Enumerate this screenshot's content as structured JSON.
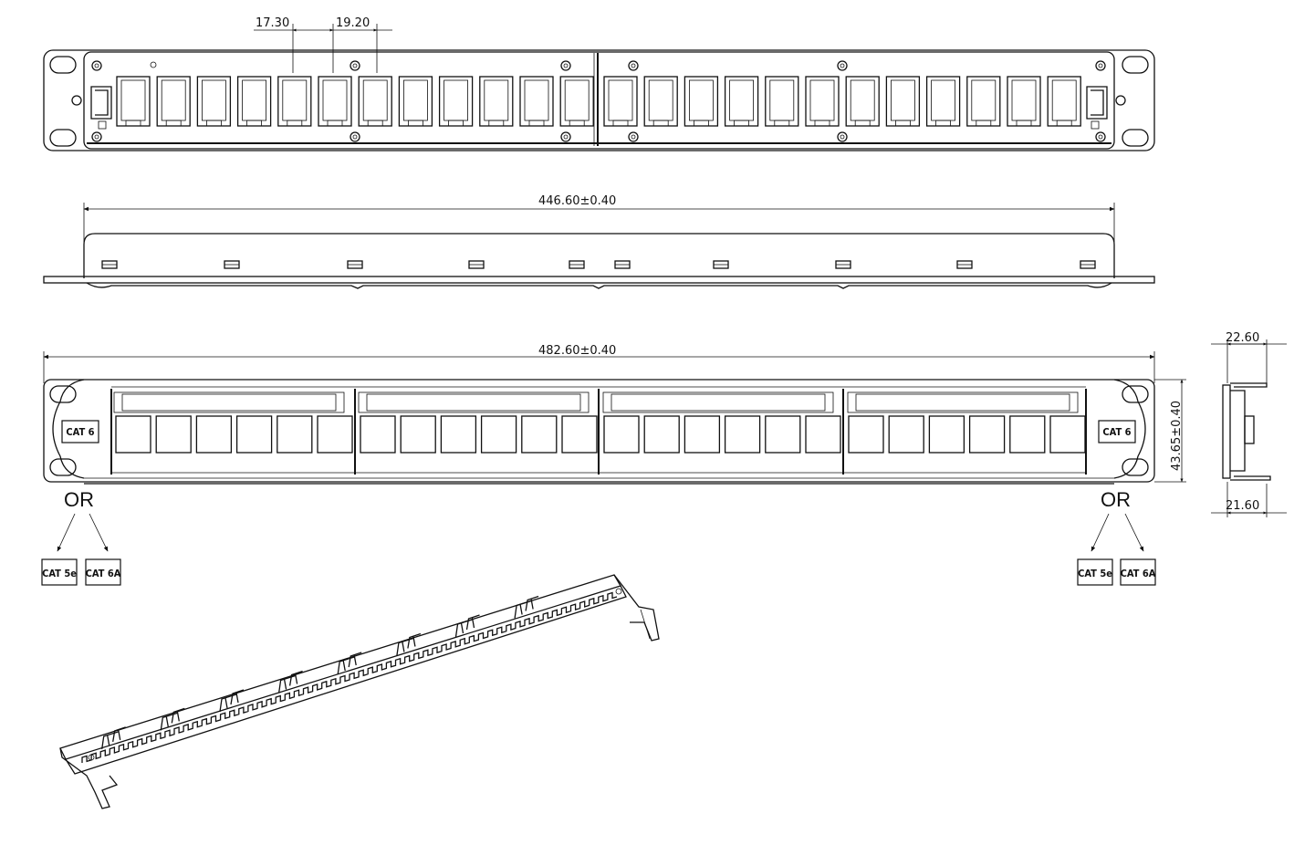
{
  "dimensions": {
    "port_pitch": "17.30",
    "group_gap": "19.20",
    "inner_width": "446.60±0.40",
    "overall_width": "482.60±0.40",
    "height": "43.65±0.40",
    "depth_top": "22.60",
    "depth_bottom": "21.60"
  },
  "badges": {
    "left_main": "CAT 6",
    "right_main": "CAT 6",
    "left_opt_1": "CAT 5e",
    "left_opt_2": "CAT 6A",
    "right_opt_1": "CAT 5e",
    "right_opt_2": "CAT 6A"
  },
  "labels": {
    "or_left": "OR",
    "or_right": "OR"
  }
}
